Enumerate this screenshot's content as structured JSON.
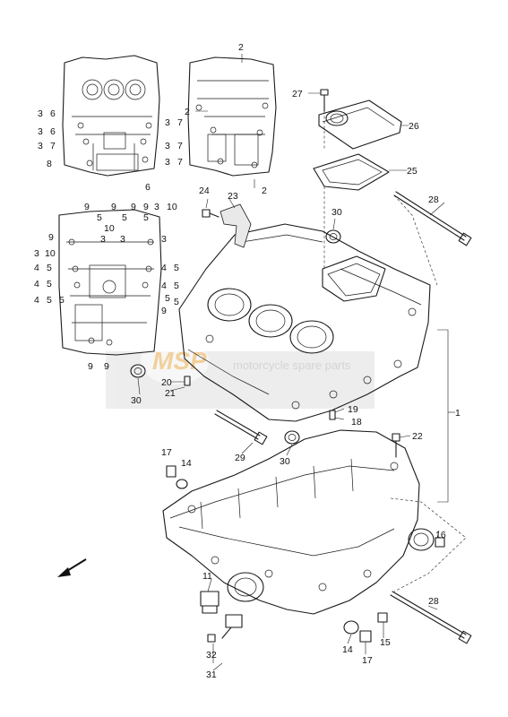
{
  "watermark": {
    "brand": "MSP",
    "tagline": "motorcycle spare parts"
  },
  "callouts": {
    "p1": "1",
    "p2a": "2",
    "p2b": "2",
    "p2c": "2",
    "p3a": "3",
    "p3b": "3",
    "p3c": "3",
    "p3d": "3",
    "p3e": "3",
    "p3f": "3",
    "p3g": "3",
    "p3h": "3",
    "p3i": "3",
    "p3j": "3",
    "p3k": "3",
    "p4a": "4",
    "p4b": "4",
    "p4c": "4",
    "p4d": "4",
    "p4e": "4",
    "p5a": "5",
    "p5b": "5",
    "p5c": "5",
    "p5d": "5",
    "p5e": "5",
    "p5f": "5",
    "p5g": "5",
    "p5h": "5",
    "p5i": "5",
    "p5j": "5",
    "p5k": "5",
    "p6a": "6",
    "p6b": "6",
    "p6c": "6",
    "p7a": "7",
    "p7b": "7",
    "p7c": "7",
    "p7d": "7",
    "p8": "8",
    "p9a": "9",
    "p9b": "9",
    "p9c": "9",
    "p9d": "9",
    "p9e": "9",
    "p9f": "9",
    "p9g": "9",
    "p9h": "9",
    "p10a": "10",
    "p10b": "10",
    "p10c": "10",
    "p11": "11",
    "p14a": "14",
    "p14b": "14",
    "p15": "15",
    "p16": "16",
    "p17a": "17",
    "p17b": "17",
    "p18": "18",
    "p19": "19",
    "p20": "20",
    "p21": "21",
    "p22": "22",
    "p23": "23",
    "p24": "24",
    "p25": "25",
    "p26": "26",
    "p27": "27",
    "p28a": "28",
    "p28b": "28",
    "p29": "29",
    "p30a": "30",
    "p30b": "30",
    "p30c": "30",
    "p31": "31",
    "p32": "32"
  },
  "icons": {
    "front_arrow": "direction-arrow-icon"
  }
}
